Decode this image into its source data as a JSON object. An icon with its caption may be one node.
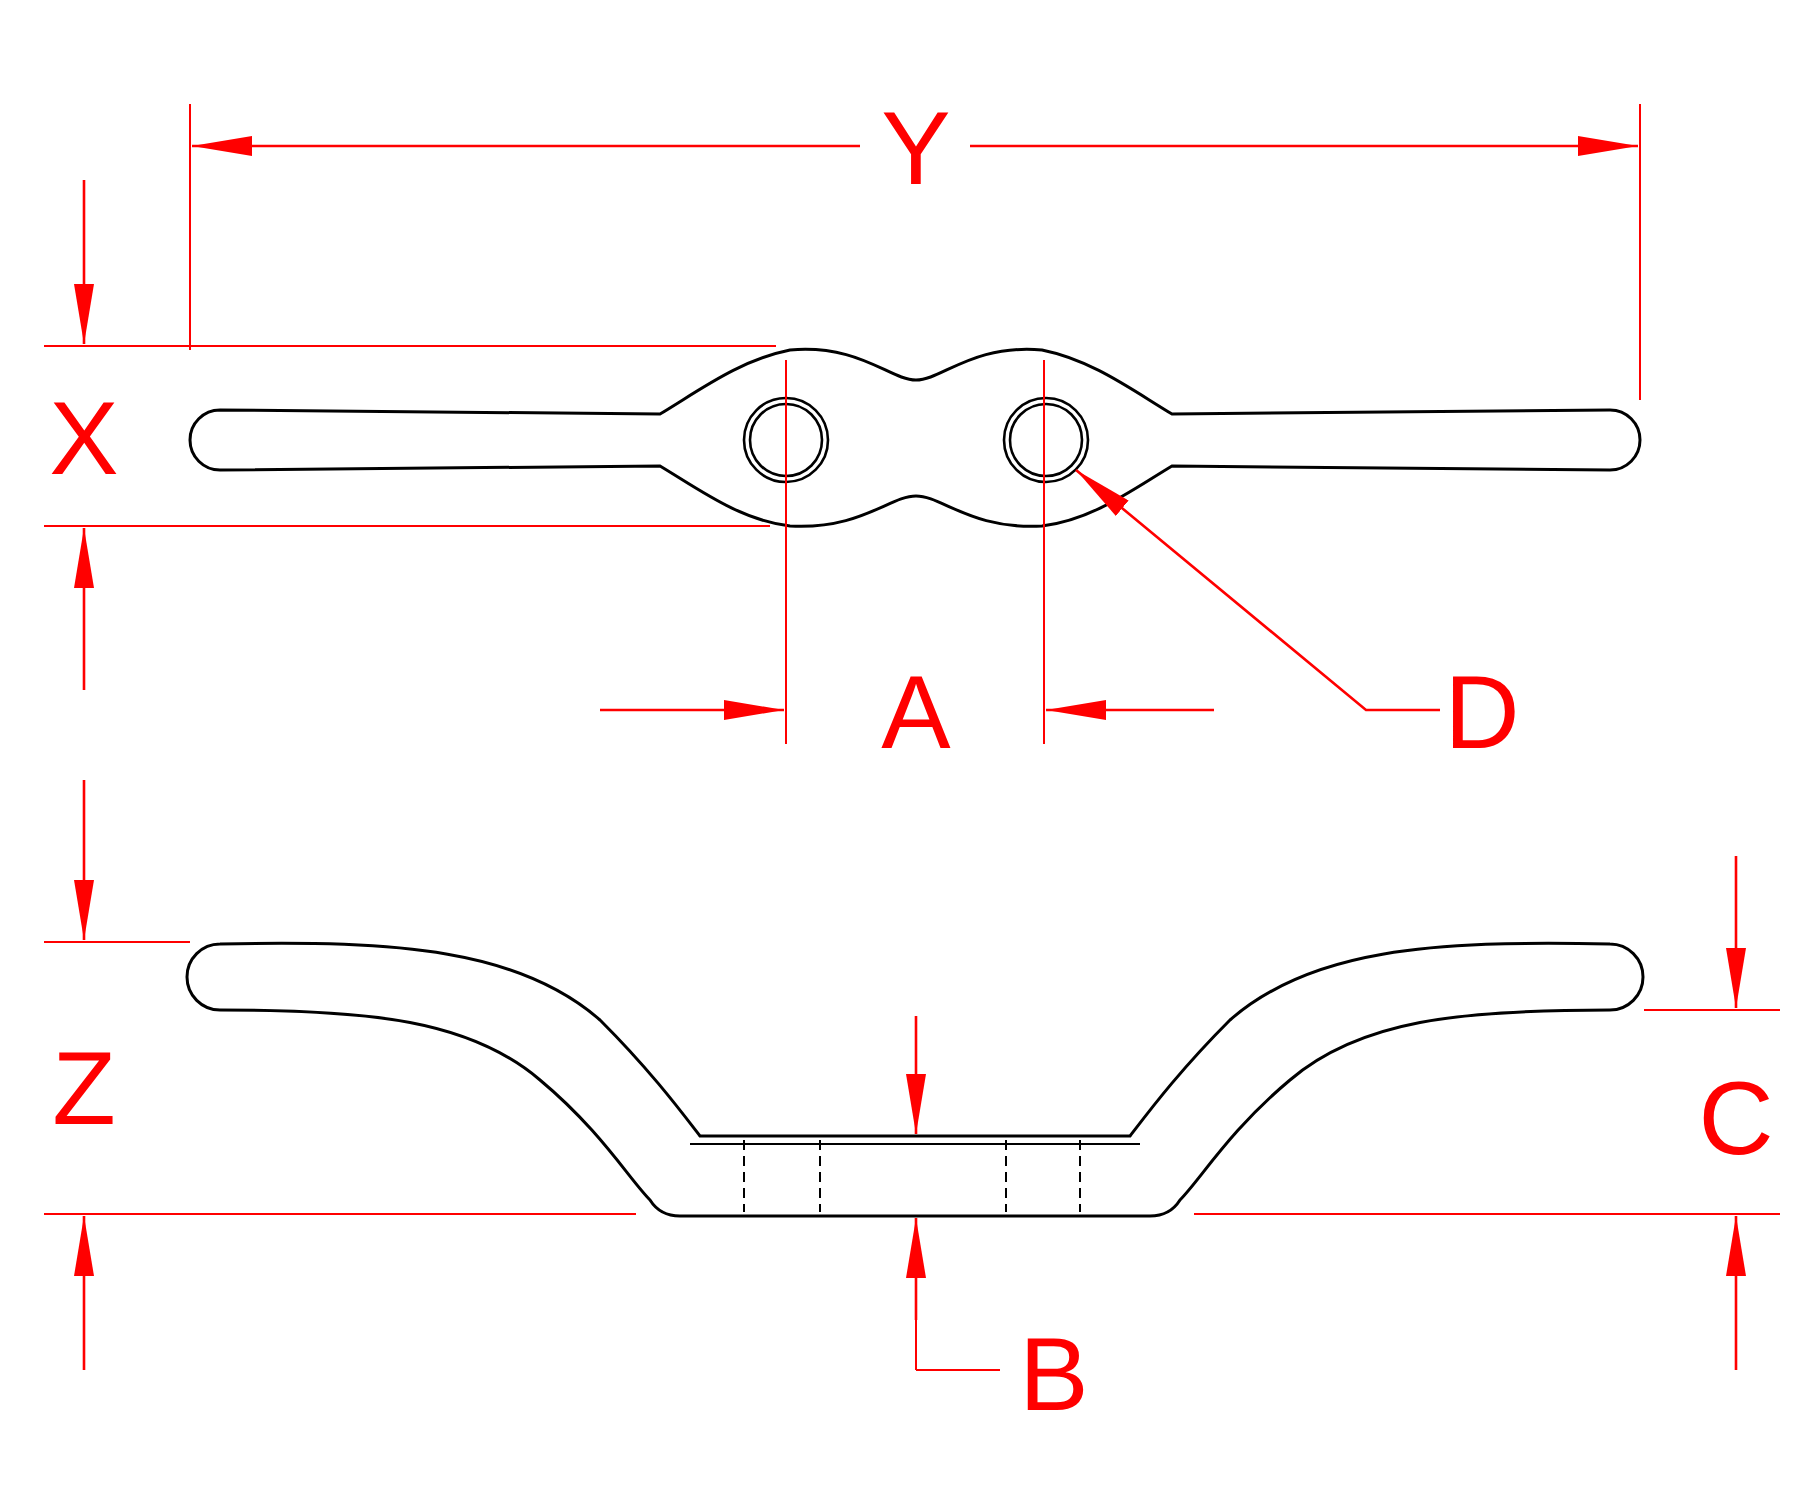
{
  "diagram": {
    "nodes": [
      {
        "text": [
          "D"
        ]
      },
      {
        "text": [],
        "shape": "circle"
      }
    ],
    "edges": [
      {
        "from": 0,
        "to": 1,
        "arrow": "to"
      }
    ],
    "labels": [
      "Y",
      "X",
      "A",
      "Z",
      "C",
      "B"
    ]
  }
}
